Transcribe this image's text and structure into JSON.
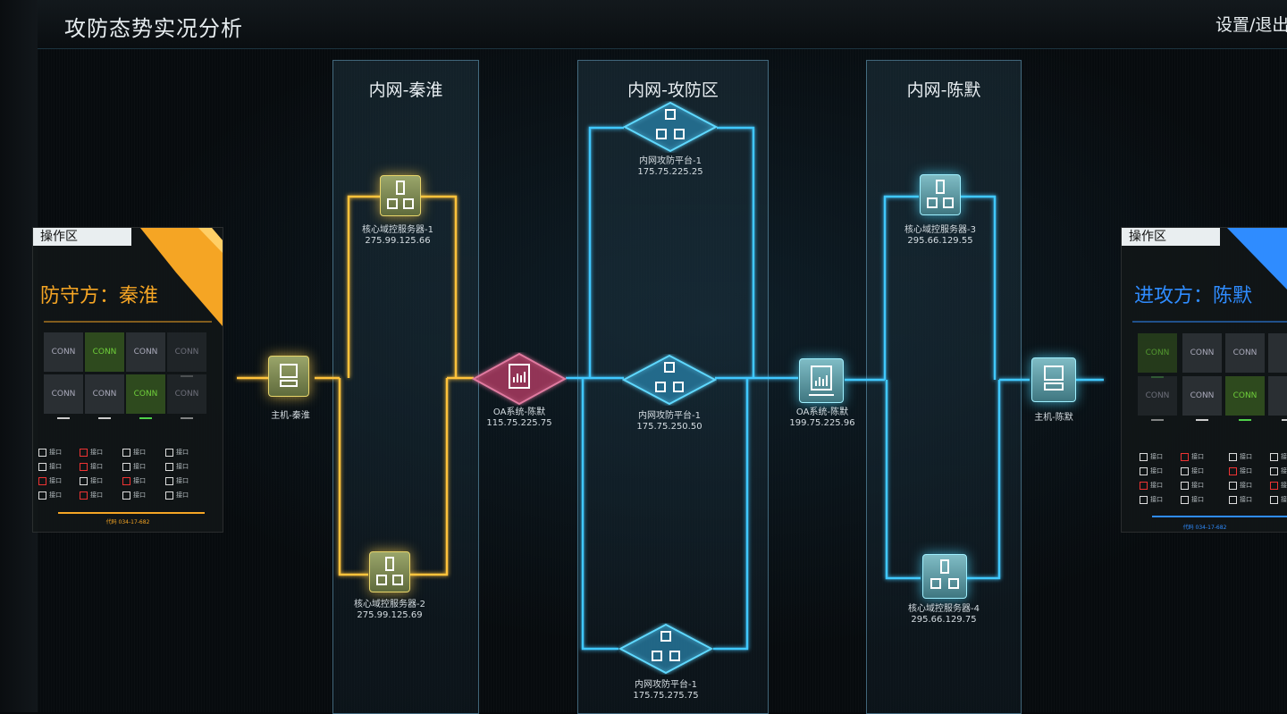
{
  "app_title": "攻防态势实况分析",
  "top_action": "设置/退出",
  "colors": {
    "defender": "#f5a524",
    "attacker": "#2f8cff",
    "yellow_link": "#ffc23a",
    "cyan_link": "#3fc8ff",
    "red_node": "#d0577a"
  },
  "zones": [
    {
      "id": "qinhuai",
      "title": "内网-秦淮"
    },
    {
      "id": "attack",
      "title": "内网-攻防区"
    },
    {
      "id": "chenmo",
      "title": "内网-陈默"
    }
  ],
  "nodes": {
    "host_qinhuai": {
      "label": "主机-秦淮",
      "icon": "monitor-icon"
    },
    "srv1": {
      "label": "核心域控服务器-1",
      "ip": "275.99.125.66",
      "icon": "server-icon"
    },
    "srv2": {
      "label": "核心域控服务器-2",
      "ip": "275.99.125.69",
      "icon": "server-icon"
    },
    "oa_left": {
      "label": "OA系统-陈默",
      "ip": "115.75.225.75",
      "icon": "chart-tablet-icon"
    },
    "plat_top": {
      "label": "内网攻防平台-1",
      "ip": "175.75.225.25",
      "icon": "network-icon"
    },
    "plat_mid": {
      "label": "内网攻防平台-1",
      "ip": "175.75.250.50",
      "icon": "network-icon"
    },
    "plat_bot": {
      "label": "内网攻防平台-1",
      "ip": "175.75.275.75",
      "icon": "network-icon"
    },
    "oa_right": {
      "label": "OA系统-陈默",
      "ip": "199.75.225.96",
      "icon": "chart-tablet-icon"
    },
    "srv3": {
      "label": "核心域控服务器-3",
      "ip": "295.66.129.55",
      "icon": "server-icon"
    },
    "srv4": {
      "label": "核心域控服务器-4",
      "ip": "295.66.129.75",
      "icon": "server-icon"
    },
    "host_chenmo": {
      "label": "主机-陈默",
      "icon": "monitor-icon"
    }
  },
  "panels": {
    "left": {
      "tag": "操作区",
      "title": "防守方：秦淮",
      "conn_label": "CONN",
      "port_label": "接口",
      "footer": "代码 034-17-682"
    },
    "right": {
      "tag": "操作区",
      "title": "进攻方：陈默",
      "conn_label": "CONN",
      "port_label": "接口",
      "footer": "代码 034-17-682"
    }
  }
}
